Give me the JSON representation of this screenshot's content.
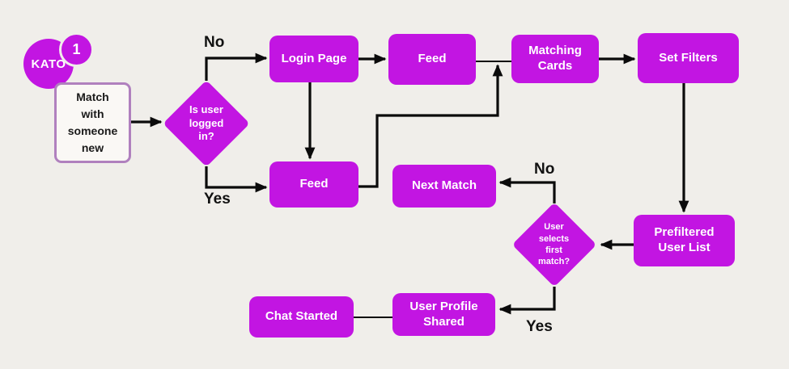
{
  "badge": {
    "brand": "KATO",
    "number": "1"
  },
  "colors": {
    "background": "#F0EEEA",
    "shape_fill": "#C215E2",
    "shape_text": "#FFFFFF",
    "start_fill": "#FAF8F5",
    "start_border": "#B080BE",
    "connector": "#0B0B0B",
    "label_text": "#111111"
  },
  "nodes": {
    "start": {
      "label": "Match\nwith\nsomeone\nnew",
      "type": "start"
    },
    "decision_logged_in": {
      "label": "Is user\nlogged\nin?",
      "type": "decision"
    },
    "login_page": {
      "label": "Login Page",
      "type": "process"
    },
    "feed_top": {
      "label": "Feed",
      "type": "process"
    },
    "matching_cards": {
      "label": "Matching\nCards",
      "type": "process"
    },
    "set_filters": {
      "label": "Set Filters",
      "type": "process"
    },
    "feed_bottom": {
      "label": "Feed",
      "type": "process"
    },
    "next_match": {
      "label": "Next Match",
      "type": "process"
    },
    "decision_first_match": {
      "label": "User\nselects\nfirst\nmatch?",
      "type": "decision"
    },
    "prefiltered_user_list": {
      "label": "Prefiltered\nUser List",
      "type": "process"
    },
    "user_profile_shared": {
      "label": "User Profile\nShared",
      "type": "process"
    },
    "chat_started": {
      "label": "Chat Started",
      "type": "process"
    }
  },
  "edge_labels": {
    "decision1_no": "No",
    "decision1_yes": "Yes",
    "decision2_no": "No",
    "decision2_yes": "Yes"
  }
}
